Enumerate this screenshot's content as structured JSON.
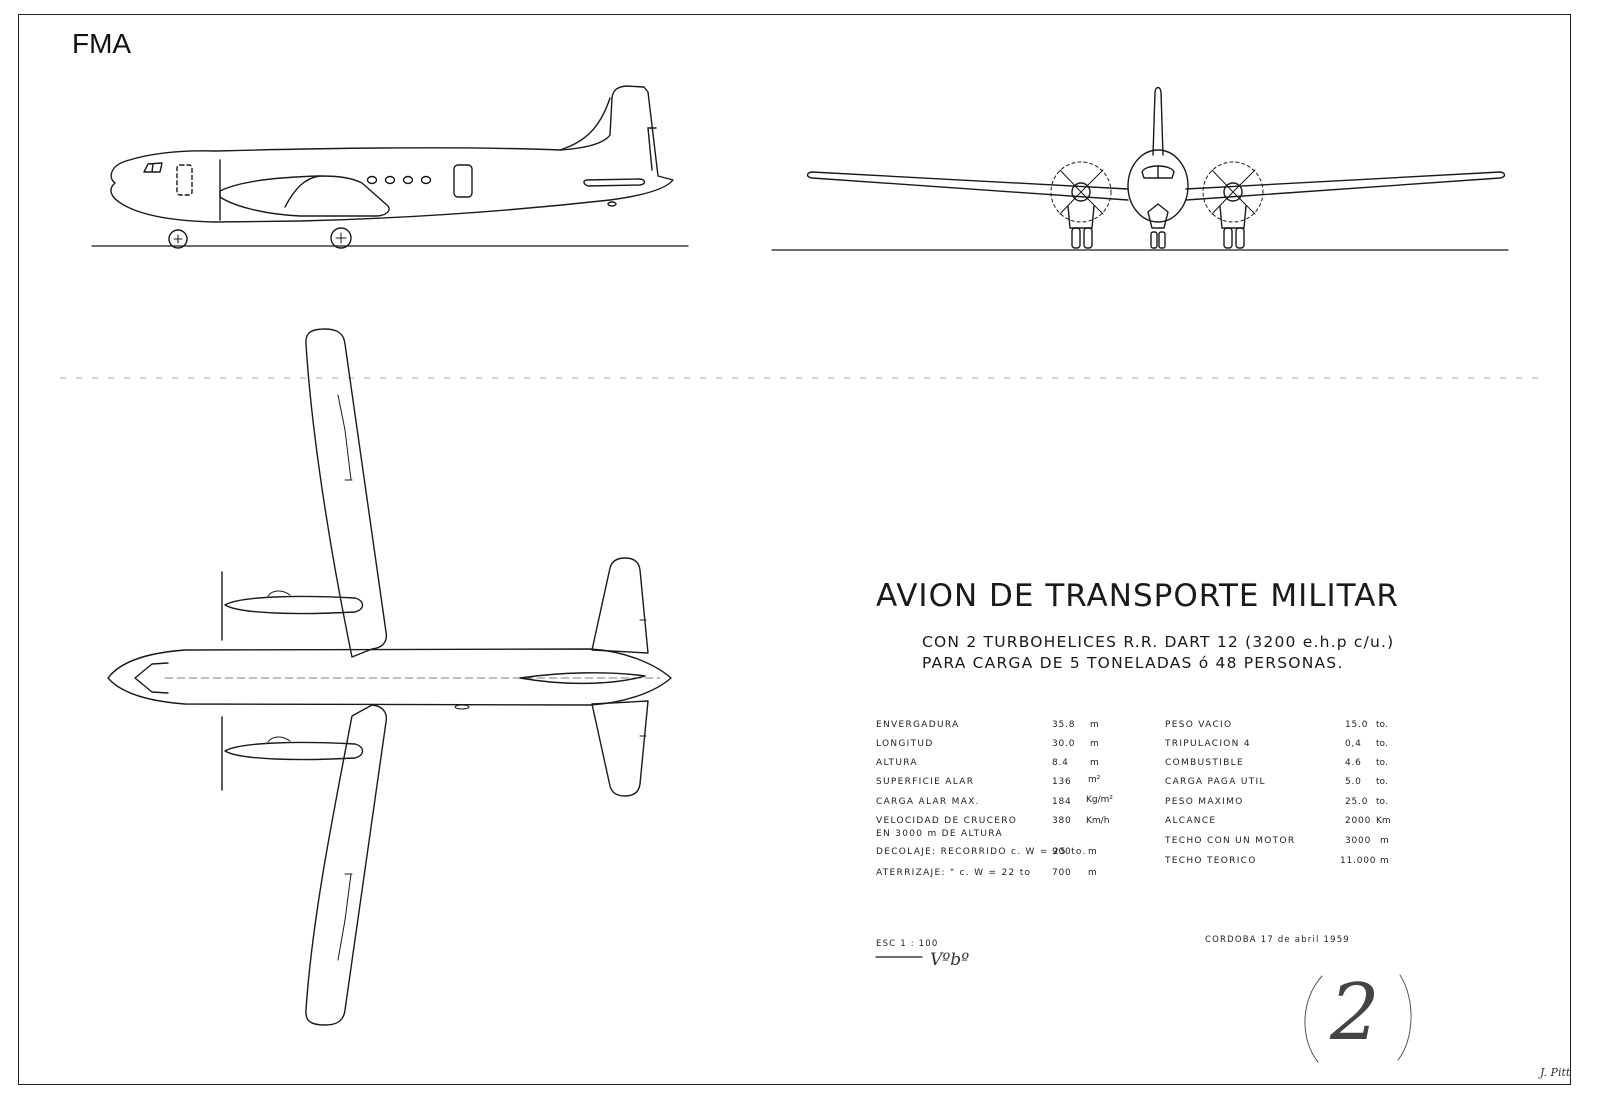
{
  "maker": "FMA",
  "title": "AVION DE TRANSPORTE MILITAR",
  "subtitle_lines": [
    "CON 2 TURBOHELICES  R.R. DART 12  (3200 e.h.p c/u.)",
    "PARA  CARGA DE 5 TONELADAS ó 48 PERSONAS."
  ],
  "specs_left": [
    {
      "label": "ENVERGADURA",
      "value": "35.8",
      "unit": "m"
    },
    {
      "label": "LONGITUD",
      "value": "30.0",
      "unit": "m"
    },
    {
      "label": "ALTURA",
      "value": "8.4",
      "unit": "m"
    },
    {
      "label": "SUPERFICIE ALAR",
      "value": "136",
      "unit": "m²"
    },
    {
      "label": "CARGA ALAR MAX.",
      "value": "184",
      "unit": "Kg/m²"
    },
    {
      "label": "VELOCIDAD DE CRUCERO",
      "label2": "EN 3000 m DE ALTURA",
      "value": "380",
      "unit": "Km/h"
    },
    {
      "label": "DECOLAJE: RECORRIDO c. W = 25 to.",
      "value": "900",
      "unit": "m"
    },
    {
      "label": "ATERRIZAJE:     \"        c. W = 22 to",
      "value": "700",
      "unit": "m"
    }
  ],
  "specs_right": [
    {
      "label": "PESO VACIO",
      "value": "15.0",
      "unit": "to."
    },
    {
      "label": "TRIPULACION 4",
      "value": "0,4",
      "unit": "to."
    },
    {
      "label": "COMBUSTIBLE",
      "value": "4.6",
      "unit": "to."
    },
    {
      "label": "CARGA PAGA UTIL",
      "value": "5.0",
      "unit": "to."
    },
    {
      "label": "PESO MAXIMO",
      "value": "25.0",
      "unit": "to."
    },
    {
      "label": "ALCANCE",
      "value": "2000",
      "unit": "Km"
    },
    {
      "label": "TECHO CON UN MOTOR",
      "value": "3000",
      "unit": "m"
    },
    {
      "label": "TECHO TEORICO",
      "value": "11.000",
      "unit": "m"
    }
  ],
  "scale": "ESC  1 : 100",
  "place_date": "CORDOBA  17 de abril 1959",
  "sheet_number": "2",
  "signature": "Vºbº",
  "initials": "J. Pitt"
}
